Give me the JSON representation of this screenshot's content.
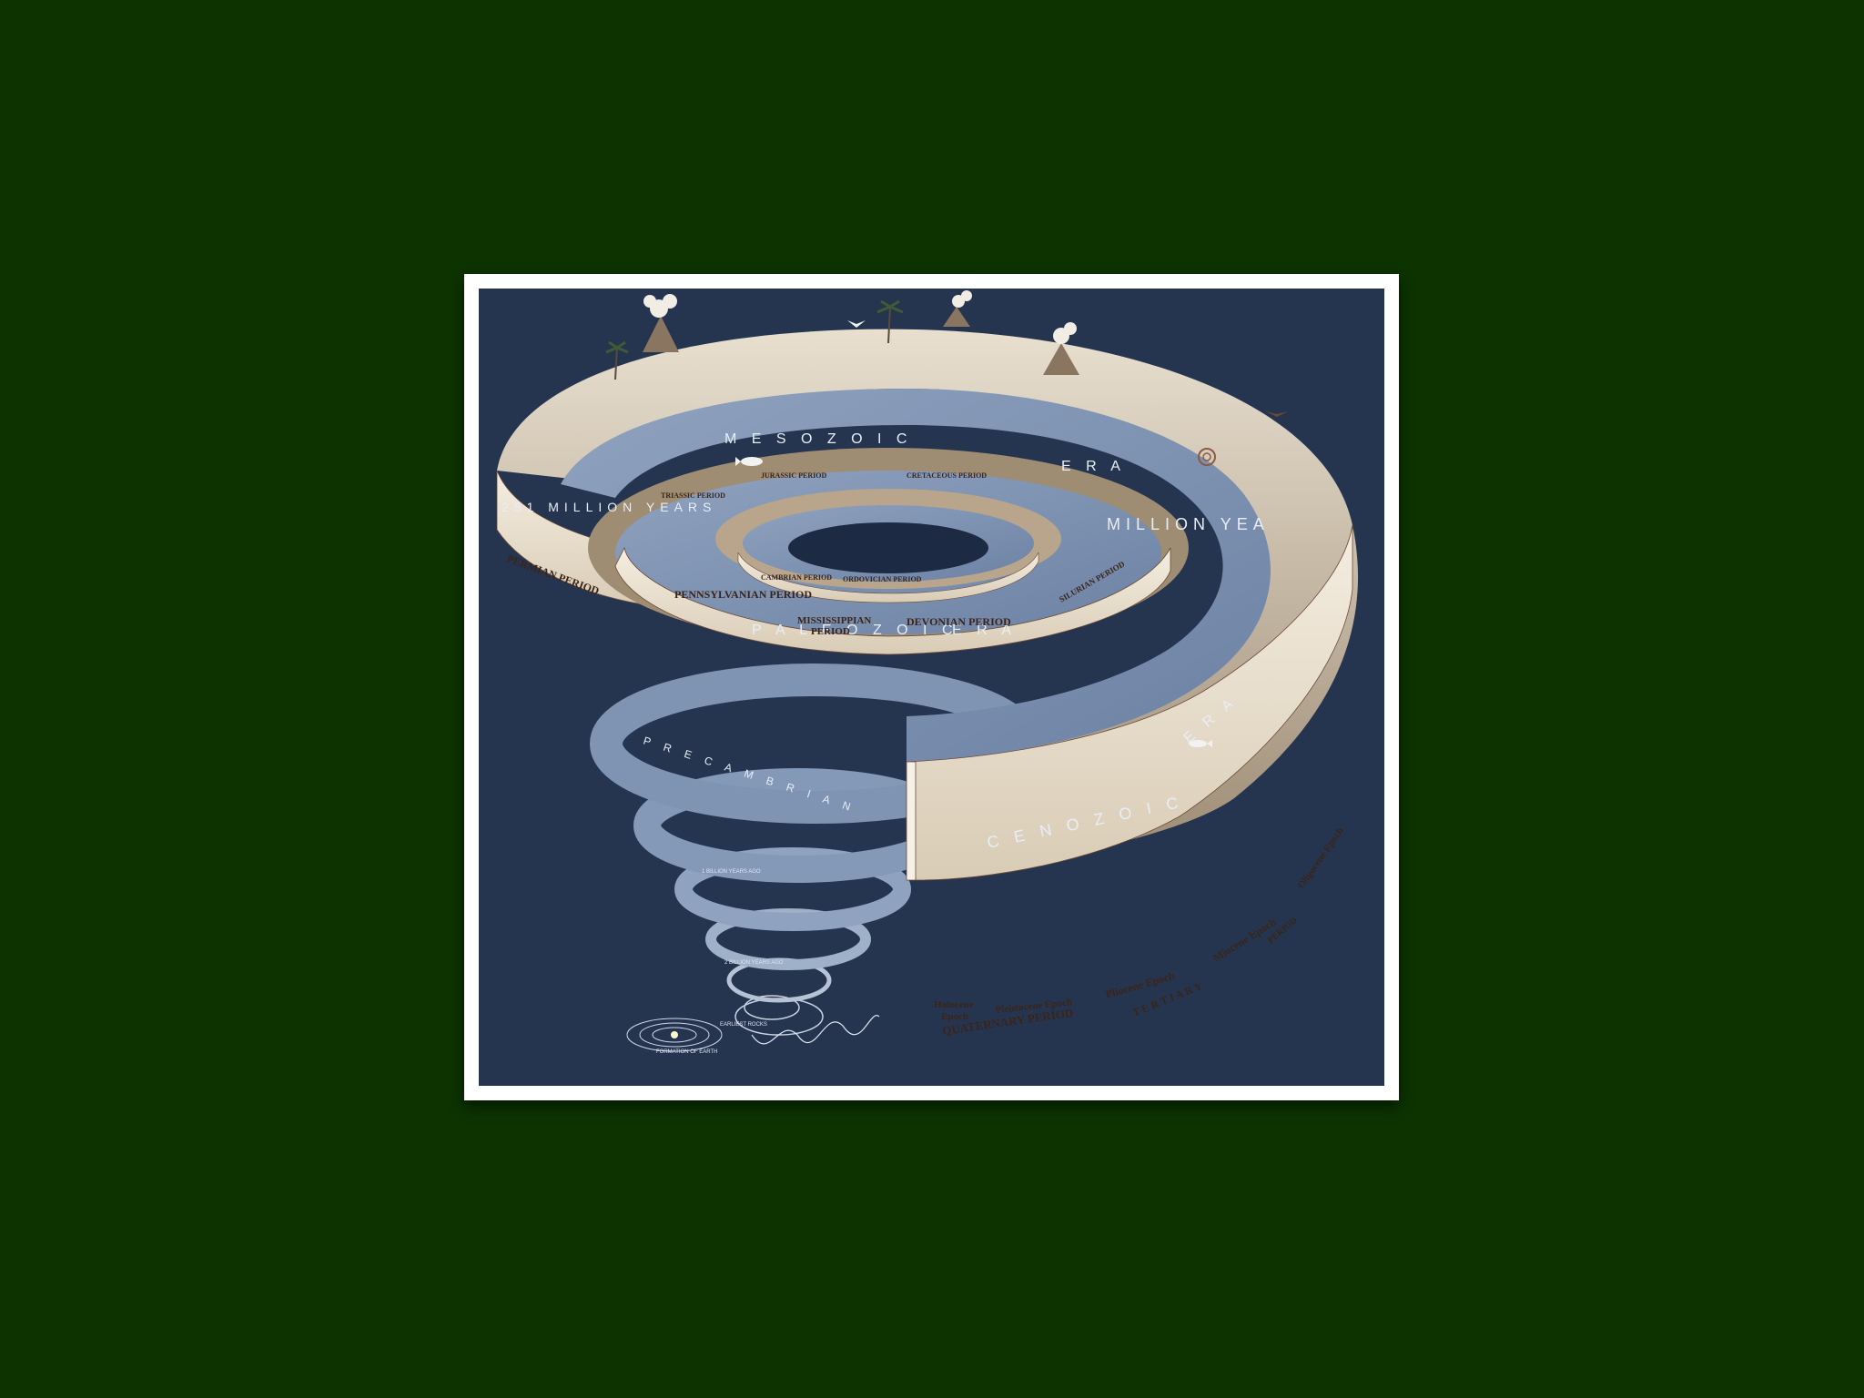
{
  "palette": {
    "page_background": "#0c3300",
    "frame": "#ffffff",
    "poster_background": "#253550",
    "road": "#7f93b2",
    "wall": "#efe6d6",
    "wall_text": "#3a2418",
    "landscape": "#b8a58c"
  },
  "eras": {
    "mesozoic": "M E S O Z O I C",
    "era_mesozoic": "E R A",
    "paleozoic": "P A L E O Z O I C",
    "era_paleozoic": "E R A",
    "cenozoic": "C E N O Z O I C",
    "era_cenozoic": "E R A",
    "precambrian": "P R E C A M B R I A N"
  },
  "ages": {
    "left": "251 MILLION YEARS",
    "right": "MILLION YEA"
  },
  "periods": {
    "permian": "PERMIAN PERIOD",
    "pennsylvanian": "PENNSYLVANIAN PERIOD",
    "mississippian_1": "MISSISSIPPIAN",
    "mississippian_2": "PERIOD",
    "devonian": "DEVONIAN PERIOD",
    "silurian": "SILURIAN PERIOD",
    "triassic": "TRIASSIC PERIOD",
    "jurassic": "JURASSIC PERIOD",
    "cretaceous": "CRETACEOUS PERIOD",
    "cambrian": "CAMBRIAN PERIOD",
    "ordovician": "ORDOVICIAN PERIOD",
    "quaternary": "QUATERNARY PERIOD",
    "tertiary": "T E R T I A R Y",
    "tertiary_period": "PERIOD"
  },
  "epochs": {
    "holocene_1": "Holocene",
    "holocene_2": "Epoch",
    "pleistocene": "Pleistocene Epoch",
    "pliocene": "Pliocene Epoch",
    "miocene": "Miocene Epoch",
    "oligocene": "Oligocene Epoch"
  },
  "notes": {
    "one_billion": "1 BILLION YEARS AGO",
    "two_billion": "2 BILLION YEARS AGO",
    "earliest": "EARLIEST ROCKS",
    "formation": "FORMATION OF EARTH"
  },
  "icons": [
    "volcano-icon",
    "palm-tree-icon",
    "pterosaur-icon",
    "fish-icon",
    "ammonite-icon",
    "solar-system-icon"
  ]
}
